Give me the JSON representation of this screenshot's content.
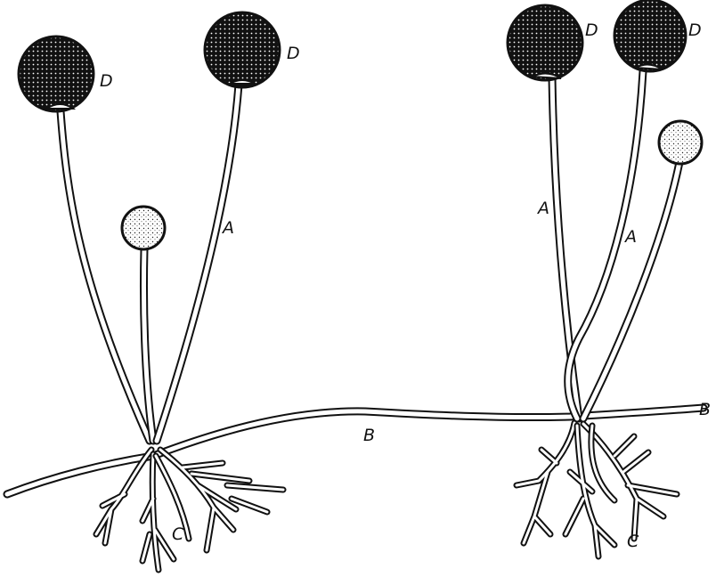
{
  "labels": {
    "sporangiophore": "A",
    "stolon": "B",
    "rhizoids": "C",
    "sporangium": "D"
  },
  "colors": {
    "ink": "#111111",
    "paper": "#ffffff"
  }
}
